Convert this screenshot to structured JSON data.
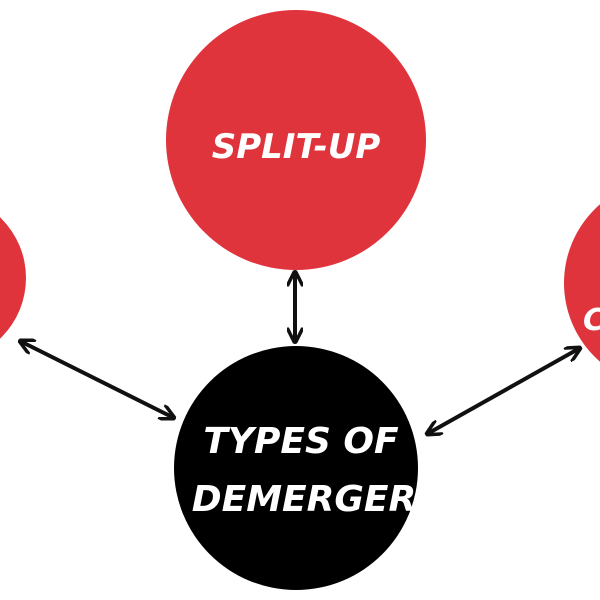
{
  "diagram": {
    "center": {
      "line1": "TYPES OF",
      "line2": "DEMERGER"
    },
    "top": {
      "label": "SPLIT-UP"
    },
    "right": {
      "label_fragment": "C"
    },
    "colors": {
      "node_red": "#e0343d",
      "center_black": "#000000",
      "label_white": "#ffffff",
      "arrow": "#111111"
    }
  }
}
